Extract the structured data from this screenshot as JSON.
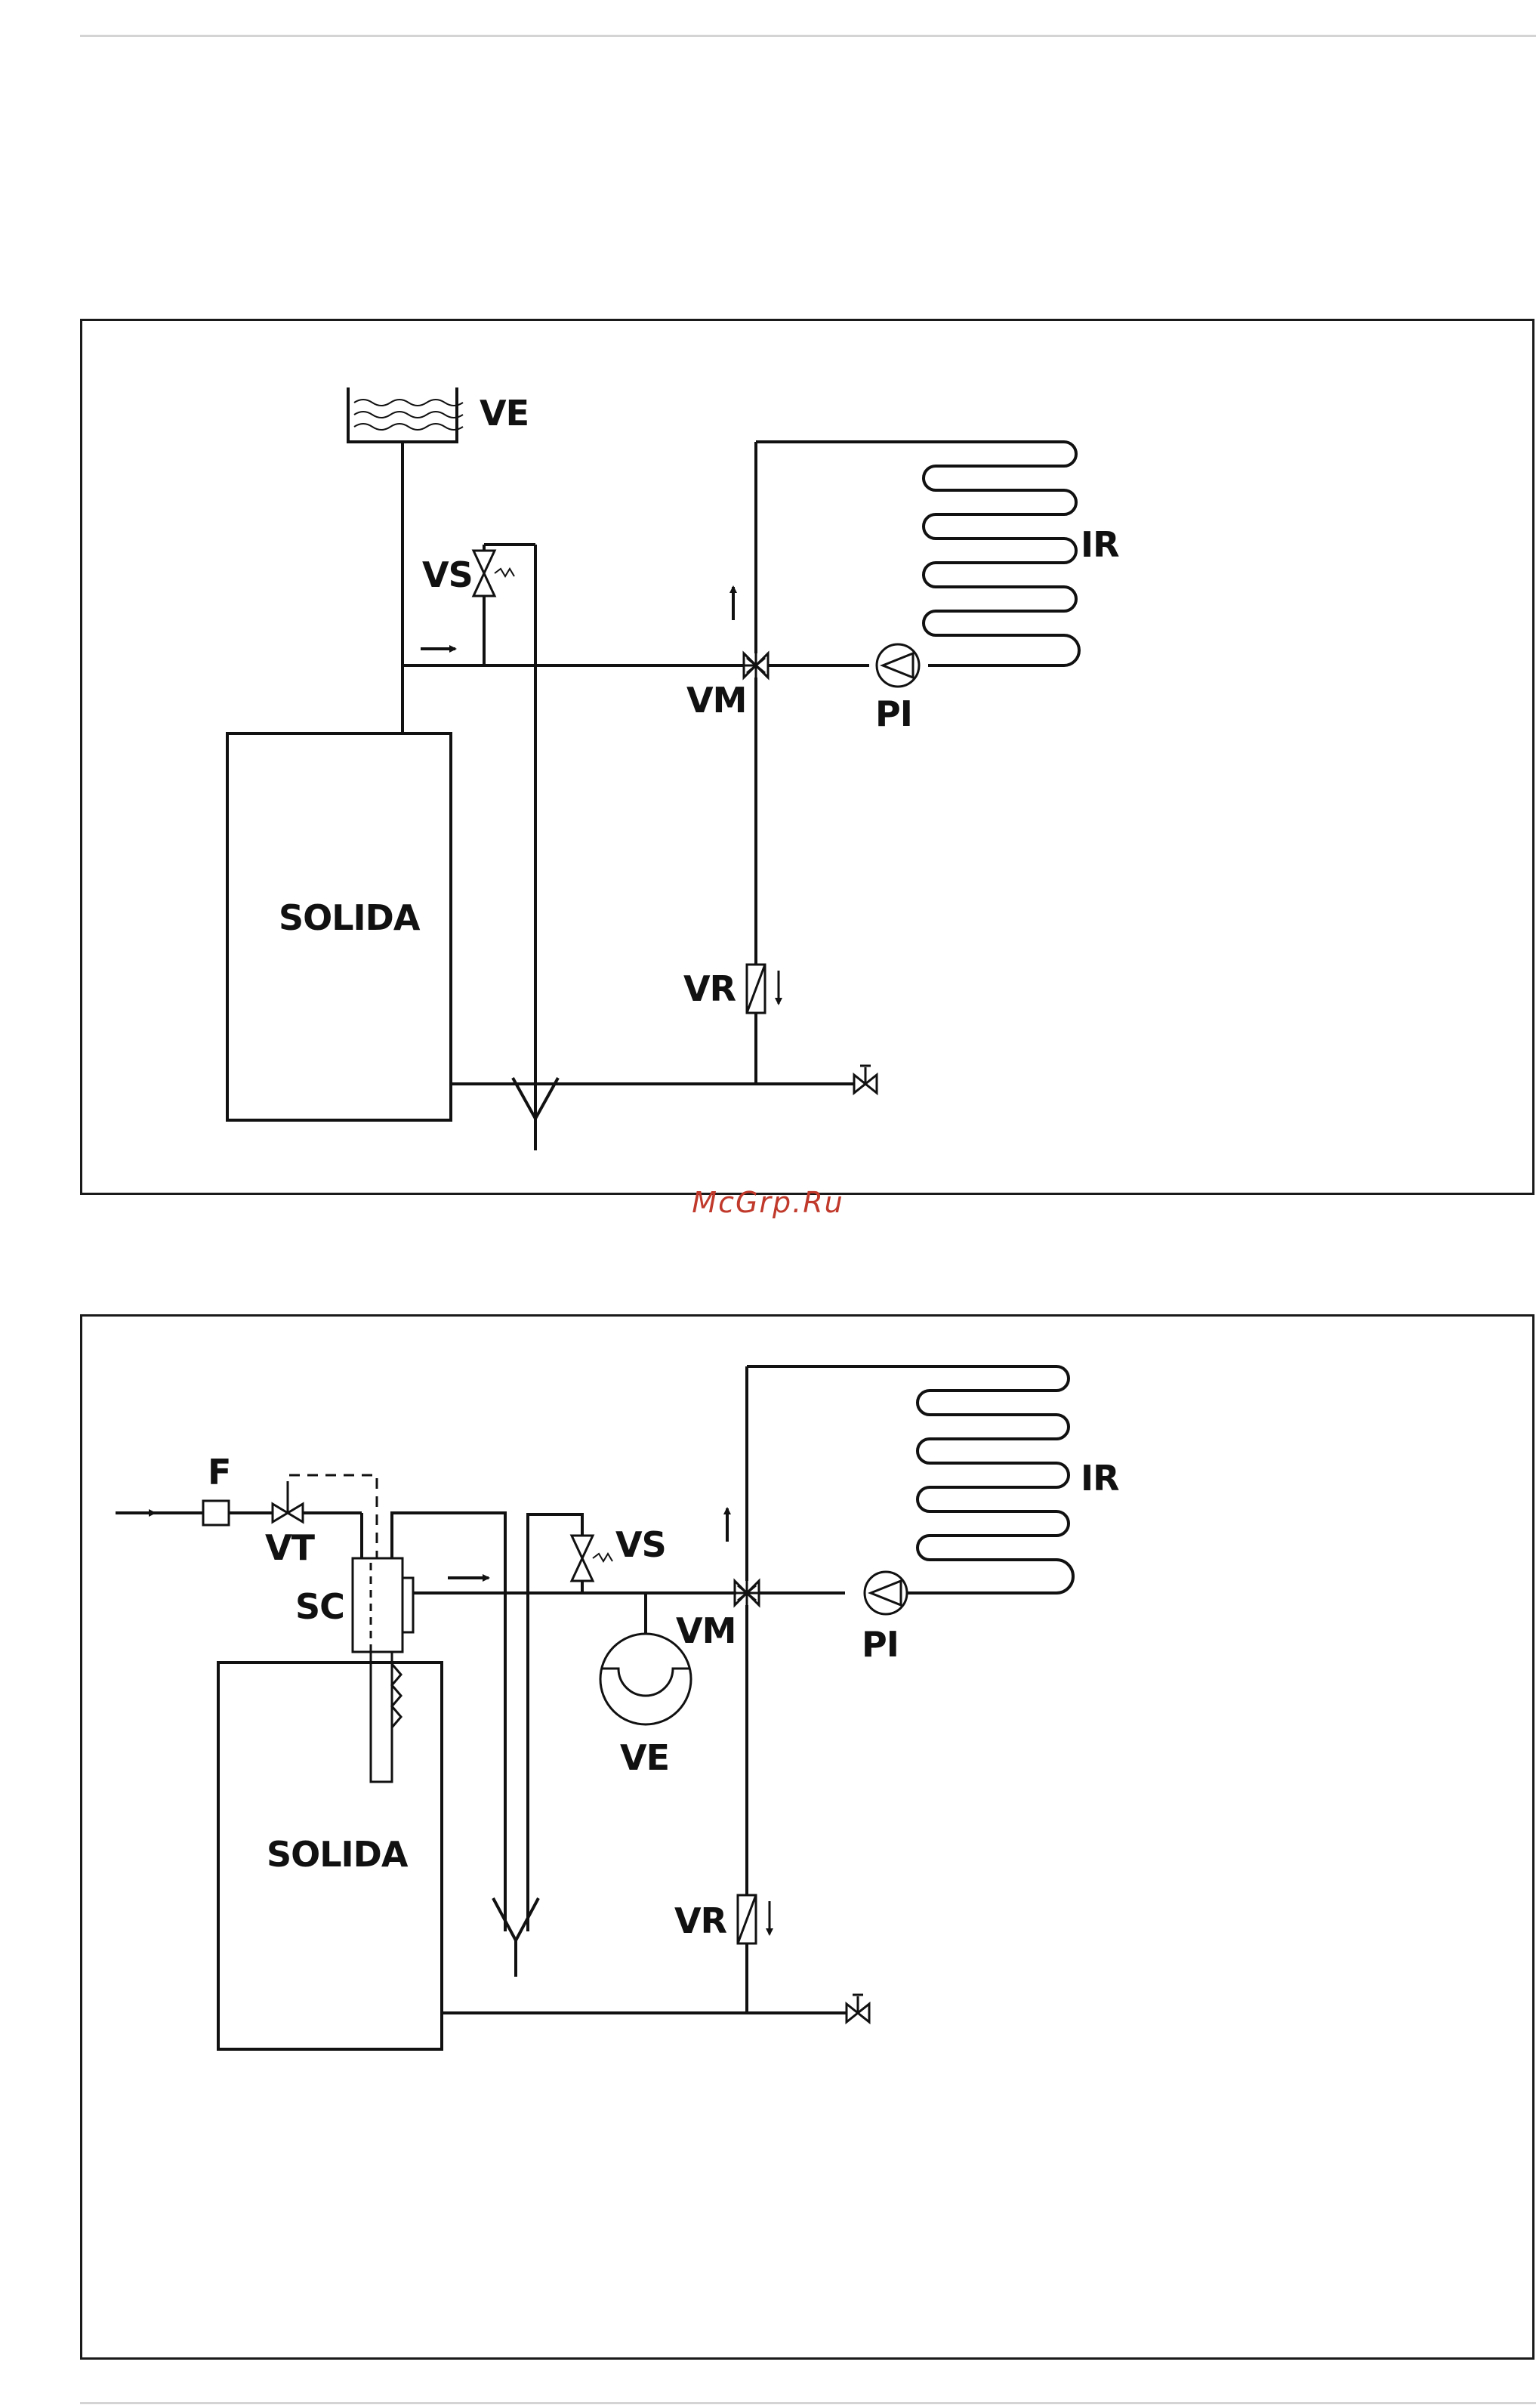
{
  "watermark": "McGrp.Ru",
  "diagram1": {
    "labels": {
      "ve": "VE",
      "vs": "VS",
      "vm": "VM",
      "pi": "PI",
      "ir": "IR",
      "vr": "VR",
      "boiler": "SOLIDA"
    }
  },
  "diagram2": {
    "labels": {
      "f": "F",
      "vt": "VT",
      "sc": "SC",
      "vs": "VS",
      "vm": "VM",
      "pi": "PI",
      "ir": "IR",
      "ve": "VE",
      "vr": "VR",
      "boiler": "SOLIDA"
    }
  }
}
